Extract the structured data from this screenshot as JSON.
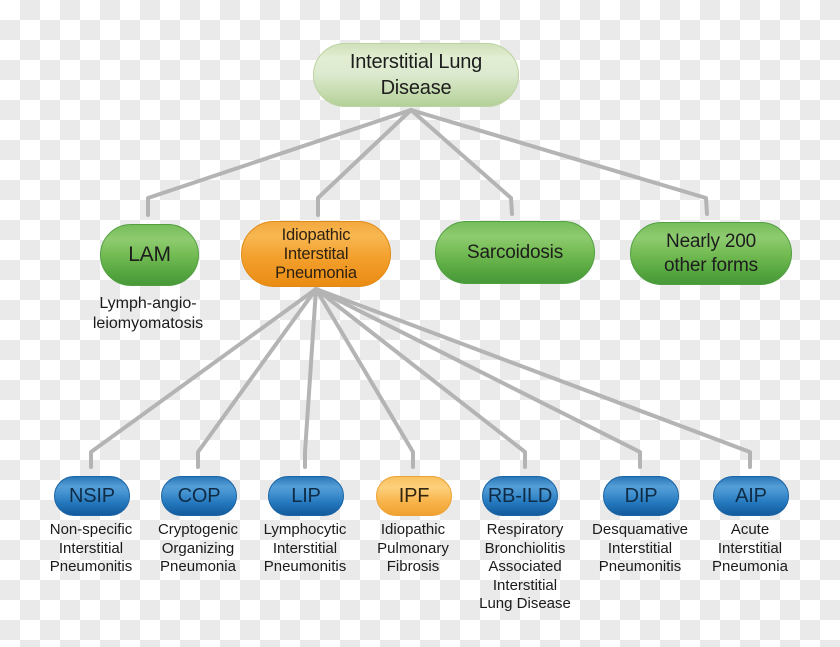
{
  "palette": {
    "root_green": "#dcead0",
    "green": "#6db654",
    "orange": "#f19c28",
    "amber": "#f8b44a",
    "blue": "#2e7fc2",
    "connector_gray": "#b4b4b4",
    "checker_gray": "#eaeaea",
    "text_dark": "#1d1d1d"
  },
  "root": {
    "label": "Interstitial Lung\nDisease"
  },
  "level2": {
    "lam": {
      "label": "LAM",
      "sublabel": "Lymph-angio-\nleiomyomatosis"
    },
    "iip": {
      "label": "Idiopathic\nInterstital\nPneumonia"
    },
    "sarcoidosis": {
      "label": "Sarcoidosis"
    },
    "other_forms": {
      "label": "Nearly 200\nother forms"
    }
  },
  "level3": {
    "nsip": {
      "abbr": "NSIP",
      "full": "Non-specific\nInterstitial\nPneumonitis"
    },
    "cop": {
      "abbr": "COP",
      "full": "Cryptogenic\nOrganizing\nPneumonia"
    },
    "lip": {
      "abbr": "LIP",
      "full": "Lymphocytic\nInterstitial\nPneumonitis"
    },
    "ipf": {
      "abbr": "IPF",
      "full": "Idiopathic\nPulmonary\nFibrosis"
    },
    "rbild": {
      "abbr": "RB-ILD",
      "full": "Respiratory\nBronchiolitis\nAssociated\nInterstitial\nLung Disease"
    },
    "dip": {
      "abbr": "DIP",
      "full": "Desquamative\nInterstitial\nPneumonitis"
    },
    "aip": {
      "abbr": "AIP",
      "full": "Acute\nInterstitial\nPneumonia"
    }
  }
}
